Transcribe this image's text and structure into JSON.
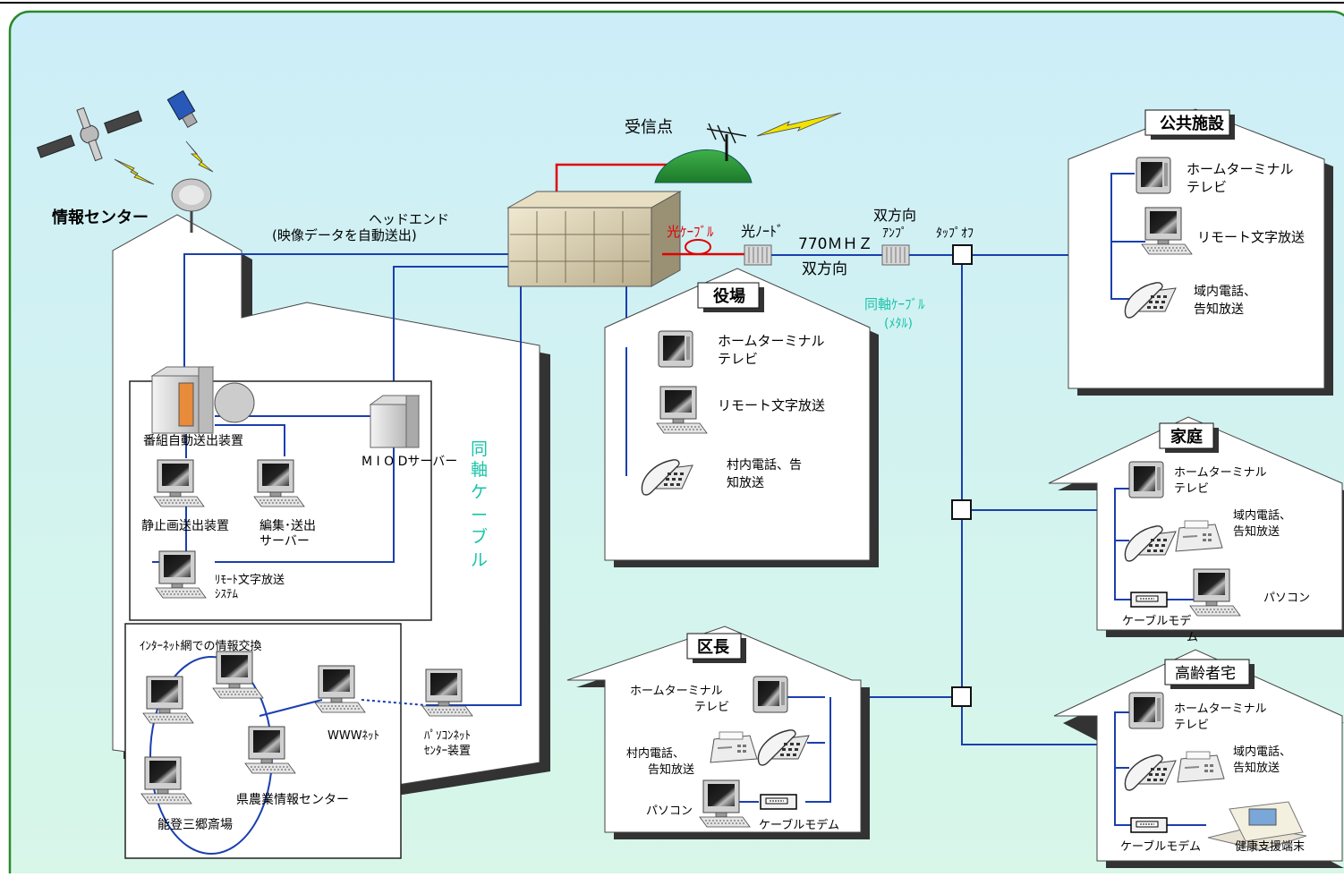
{
  "colors": {
    "line_blue": "#1a3fae",
    "line_red": "#e00000",
    "frame_green": "#2a8a2a",
    "cyan_text": "#19c4a8",
    "bg_top": "#cdeef8",
    "bg_bottom": "#d8f7e8"
  },
  "center": {
    "title": "情報センター",
    "headend_line1": "ヘッドエンド",
    "headend_line2": "(映像データを自動送出)",
    "broadcast_device": "番組自動送出装置",
    "still_device": "静止画送出装置",
    "edit_server_line1": "編集･送出",
    "edit_server_line2": "サーバー",
    "vod_server": "M I O Dサーバー",
    "remote_system_line1": "ﾘﾓｰﾄ文字放送",
    "remote_system_line2": "ｼｽﾃﾑ",
    "coax_vertical": [
      "同",
      "軸",
      "ケ",
      "ー",
      "ブ",
      "ル"
    ],
    "internet_title": "ｲﾝﾀｰﾈｯﾄ網での情報交換",
    "www": "WWWﾈｯﾄ",
    "pc_center_line1": "ﾊﾟｿｺﾝﾈｯﾄ",
    "pc_center_line2": "ｾﾝﾀｰ装置",
    "pref_center": "県農業情報センター",
    "noto": "能登三郷斎場"
  },
  "network": {
    "receive_point": "受信点",
    "optical_cable": "光ｹｰﾌﾞﾙ",
    "optical_node": "光ﾉｰﾄﾞ",
    "freq": "770ＭＨＺ",
    "bidir": "双方向",
    "amp_line1": "双方向",
    "amp_line2": "ｱﾝﾌﾟ",
    "tapoff": "ﾀｯﾌﾟｵﾌ",
    "coax_line1": "同軸ｹｰﾌﾞﾙ",
    "coax_line2": "(ﾒﾀﾙ)"
  },
  "houses": {
    "yakuba": {
      "title": "役場",
      "tv_line1": "ホームターミナル",
      "tv_line2": "テレビ",
      "remote": "リモート文字放送",
      "phone_line1": "村内電話、告",
      "phone_line2": "知放送"
    },
    "public": {
      "title": "公共施設",
      "tv_line1": "ホームターミナル",
      "tv_line2": "テレビ",
      "remote": "リモート文字放送",
      "phone_line1": "域内電話、",
      "phone_line2": "告知放送"
    },
    "home": {
      "title": "家庭",
      "tv_line1": "ホームターミナル",
      "tv_line2": "テレビ",
      "phone_line1": "域内電話、",
      "phone_line2": "告知放送",
      "pc": "パソコン",
      "modem_line1": "ケーブルモデ",
      "modem_line2": "ム"
    },
    "kucho": {
      "title": "区長",
      "tv_line1": "ホームターミナル",
      "tv_line2": "テレビ",
      "phone_line1": "村内電話、",
      "phone_line2": "告知放送",
      "pc": "パソコン",
      "modem": "ケーブルモデム"
    },
    "elder": {
      "title": "高齢者宅",
      "tv_line1": "ホームターミナル",
      "tv_line2": "テレビ",
      "phone_line1": "域内電話、",
      "phone_line2": "告知放送",
      "modem": "ケーブルモデム",
      "health": "健康支援端末"
    }
  }
}
